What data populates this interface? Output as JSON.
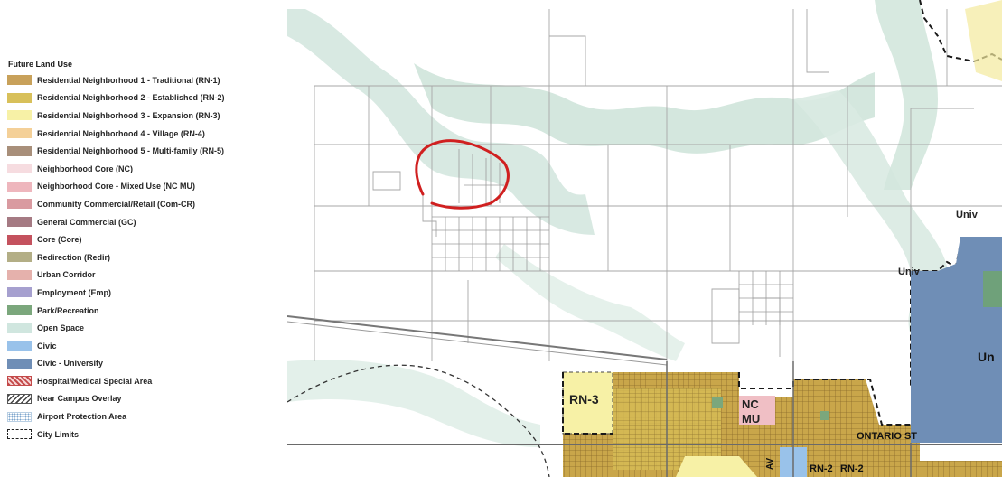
{
  "legend": {
    "title": "Future Land Use",
    "items": [
      {
        "label": "Residential Neighborhood 1 - Traditional (RN-1)",
        "color": "#c8a15a",
        "pattern": "solid"
      },
      {
        "label": "Residential Neighborhood 2 - Established (RN-2)",
        "color": "#d8c05a",
        "pattern": "solid"
      },
      {
        "label": "Residential Neighborhood 3 - Expansion (RN-3)",
        "color": "#f7f1a6",
        "pattern": "solid"
      },
      {
        "label": "Residential Neighborhood 4 - Village (RN-4)",
        "color": "#f4d098",
        "pattern": "solid"
      },
      {
        "label": "Residential Neighborhood 5 - Multi-family (RN-5)",
        "color": "#a88f7a",
        "pattern": "solid"
      },
      {
        "label": "Neighborhood Core (NC)",
        "color": "#f6dce0",
        "pattern": "solid"
      },
      {
        "label": "Neighborhood Core - Mixed Use (NC MU)",
        "color": "#eeb6bd",
        "pattern": "solid"
      },
      {
        "label": "Community Commercial/Retail (Com-CR)",
        "color": "#d99aa0",
        "pattern": "solid"
      },
      {
        "label": "General Commercial (GC)",
        "color": "#a57a83",
        "pattern": "solid"
      },
      {
        "label": "Core (Core)",
        "color": "#c4525e",
        "pattern": "solid"
      },
      {
        "label": "Redirection (Redir)",
        "color": "#b3ae86",
        "pattern": "solid"
      },
      {
        "label": "Urban Corridor",
        "color": "#e5b1ac",
        "pattern": "solid"
      },
      {
        "label": "Employment (Emp)",
        "color": "#a6a0cf",
        "pattern": "solid"
      },
      {
        "label": "Park/Recreation",
        "color": "#7ba77c",
        "pattern": "solid"
      },
      {
        "label": "Open Space",
        "color": "#d0e6df",
        "pattern": "solid"
      },
      {
        "label": "Civic",
        "color": "#99c2ea",
        "pattern": "solid"
      },
      {
        "label": "Civic - University",
        "color": "#6f8eb6",
        "pattern": "solid"
      },
      {
        "label": "Hospital/Medical Special Area",
        "color": "#c44a4a",
        "pattern": "hatch-red"
      },
      {
        "label": "Near Campus Overlay",
        "color": "#444444",
        "pattern": "hatch-dark"
      },
      {
        "label": "Airport Protection Area",
        "color": "#7ea6cc",
        "pattern": "dots"
      },
      {
        "label": "City Limits",
        "color": "#222222",
        "pattern": "dash"
      }
    ]
  },
  "map": {
    "labels": {
      "univ_1": "Univ",
      "univ_2": "Univ",
      "univ_3": "Un",
      "rn3": "RN-3",
      "nc": "NC",
      "mu": "MU",
      "street": "ONTARIO ST",
      "rn2": "RN-2",
      "rn2b": "RN-2",
      "av": "AV"
    }
  }
}
